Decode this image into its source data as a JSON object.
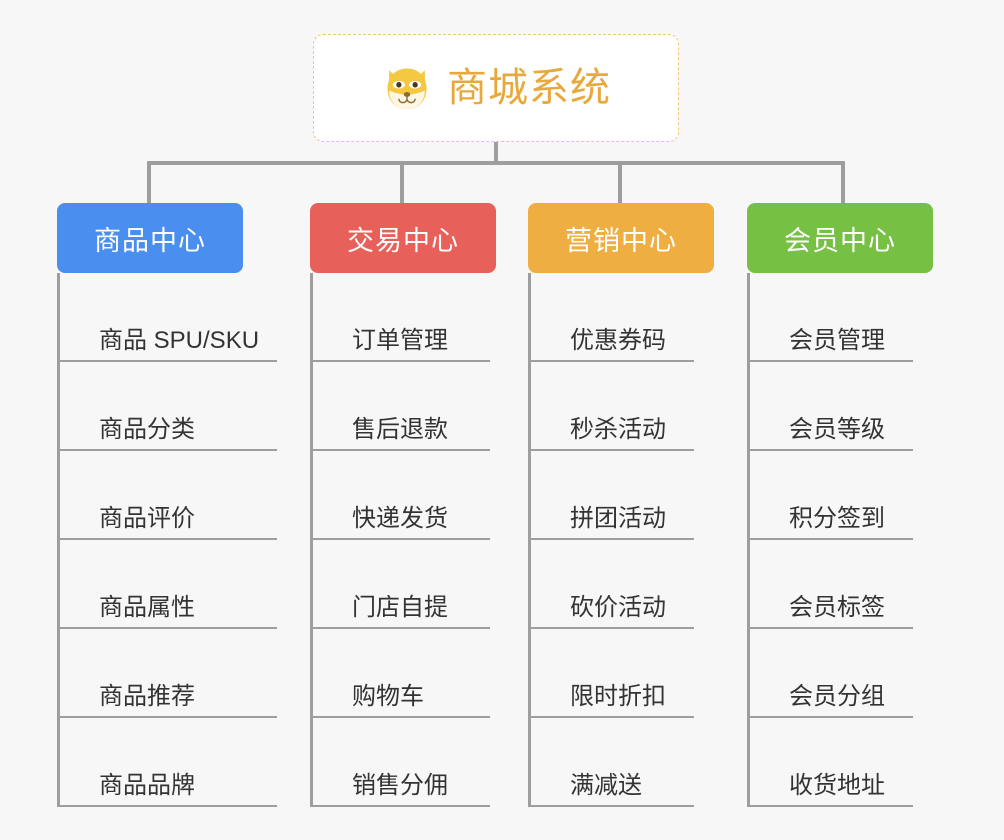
{
  "diagram": {
    "type": "org-chart",
    "background_color": "#f7f7f7",
    "connector_color": "#9e9e9e",
    "root": {
      "title": "商城系统",
      "icon": "shiba-dog-face-icon",
      "text_color": "#e8a93c",
      "border_color": "#f0c678",
      "background_color": "#ffffff"
    },
    "branches": [
      {
        "label": "商品中心",
        "color": "#4a8ef0",
        "items": [
          "商品 SPU/SKU",
          "商品分类",
          "商品评价",
          "商品属性",
          "商品推荐",
          "商品品牌"
        ]
      },
      {
        "label": "交易中心",
        "color": "#e8605a",
        "items": [
          "订单管理",
          "售后退款",
          "快递发货",
          "门店自提",
          "购物车",
          "销售分佣"
        ]
      },
      {
        "label": "营销中心",
        "color": "#eeae41",
        "items": [
          "优惠券码",
          "秒杀活动",
          "拼团活动",
          "砍价活动",
          "限时折扣",
          "满减送"
        ]
      },
      {
        "label": "会员中心",
        "color": "#76c043",
        "items": [
          "会员管理",
          "会员等级",
          "积分签到",
          "会员标签",
          "会员分组",
          "收货地址"
        ]
      }
    ]
  }
}
